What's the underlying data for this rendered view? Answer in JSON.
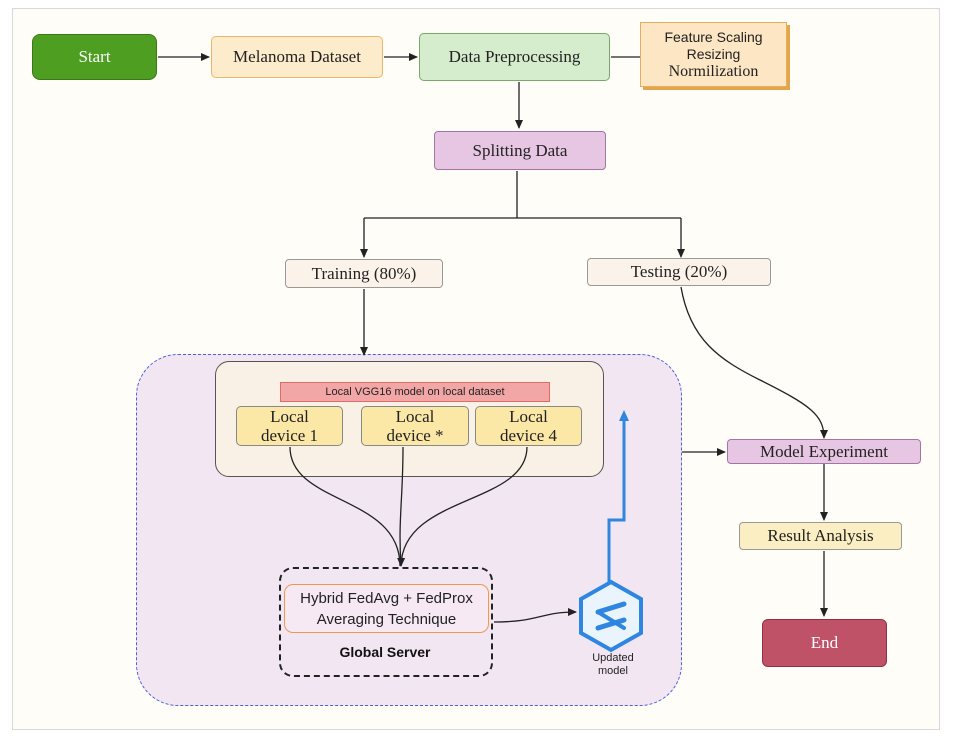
{
  "nodes": {
    "start": "Start",
    "dataset": "Melanoma Dataset",
    "preprocessing": "Data Preprocessing",
    "note_line1": "Feature Scaling",
    "note_line2": "Resizing",
    "note_line3": "Normilization",
    "splitting": "Splitting Data",
    "training": "Training (80%)",
    "testing": "Testing (20%)",
    "vgg": "Local VGG16  model on local dataset",
    "device1_line1": "Local",
    "device1_line2": "device 1",
    "device2_line1": "Local",
    "device2_line2": "device *",
    "device3_line1": "Local",
    "device3_line2": "device 4",
    "hybrid_line1": "Hybrid FedAvg + FedProx",
    "hybrid_line2": "Averaging Technique",
    "global_server": "Global Server",
    "updated_line1": "Updated",
    "updated_line2": "model",
    "experiment": "Model Experiment",
    "analysis": "Result Analysis",
    "end": "End"
  },
  "colors": {
    "start": "#4e9e22",
    "end": "#c05268",
    "federated_region": "#f2e6f3",
    "update_arrow": "#2f86e0"
  }
}
